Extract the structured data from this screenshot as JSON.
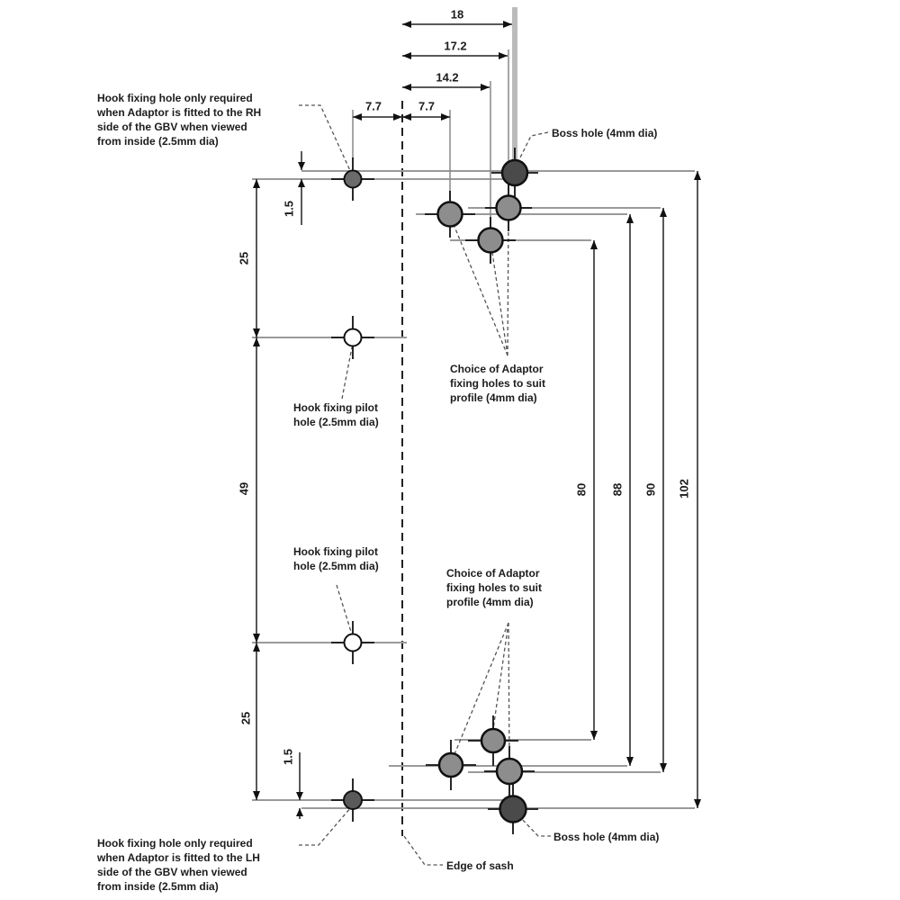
{
  "drawing_type": "technical-installation-diagram",
  "notes": {
    "hook_rh": "Hook fixing hole only required\nwhen Adaptor is fitted to the RH\nside of the GBV when viewed\nfrom inside (2.5mm dia)",
    "hook_lh": "Hook fixing hole only required\nwhen Adaptor is fitted to the LH\nside of the GBV when viewed\nfrom inside (2.5mm dia)",
    "boss": "Boss hole (4mm dia)",
    "choice": "Choice of Adaptor\nfixing holes to suit\nprofile (4mm dia)",
    "pilot": "Hook fixing pilot\nhole (2.5mm dia)",
    "edge": "Edge of sash"
  },
  "dimensions": {
    "top": [
      "18",
      "17.2",
      "14.2",
      "7.7",
      "7.7"
    ],
    "left": [
      "1.5",
      "25",
      "49",
      "25",
      "1.5"
    ],
    "right": [
      "80",
      "88",
      "90",
      "102"
    ]
  },
  "colors": {
    "line": "#222222",
    "centerline": "#9a9a9a",
    "boss_hole_fill": "#4a4a4a",
    "adaptor_hole_fill": "#8d8d8d",
    "hook_hole_fill": "#6b6b6b",
    "pilot_hole_fill": "#ffffff",
    "profile_bar": "#bbbbbb",
    "text": "#1c1c1c"
  }
}
